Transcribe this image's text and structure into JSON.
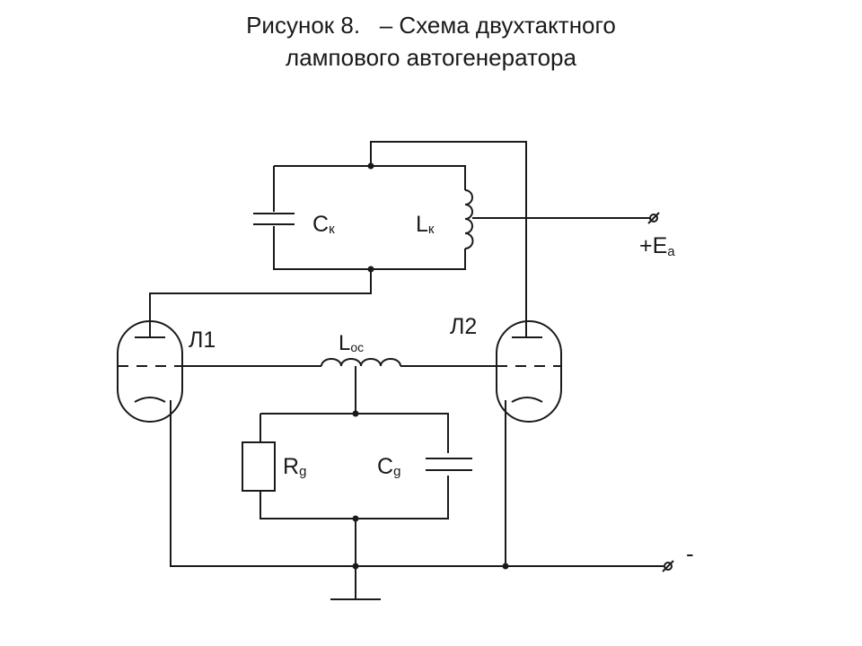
{
  "title": {
    "line1": "Рисунок 8.   – Схема двухтактного",
    "line2": "лампового автогенератора"
  },
  "labels": {
    "ck_main": "C",
    "ck_sub": "к",
    "lk_main": "L",
    "lk_sub": "к",
    "ea_main": "+E",
    "ea_sub": "a",
    "l1": "Л1",
    "l2": "Л2",
    "loc_main": "L",
    "loc_sub": "oc",
    "rg_main": "R",
    "rg_sub": "g",
    "cg_main": "C",
    "cg_sub": "g",
    "minus": "-"
  }
}
